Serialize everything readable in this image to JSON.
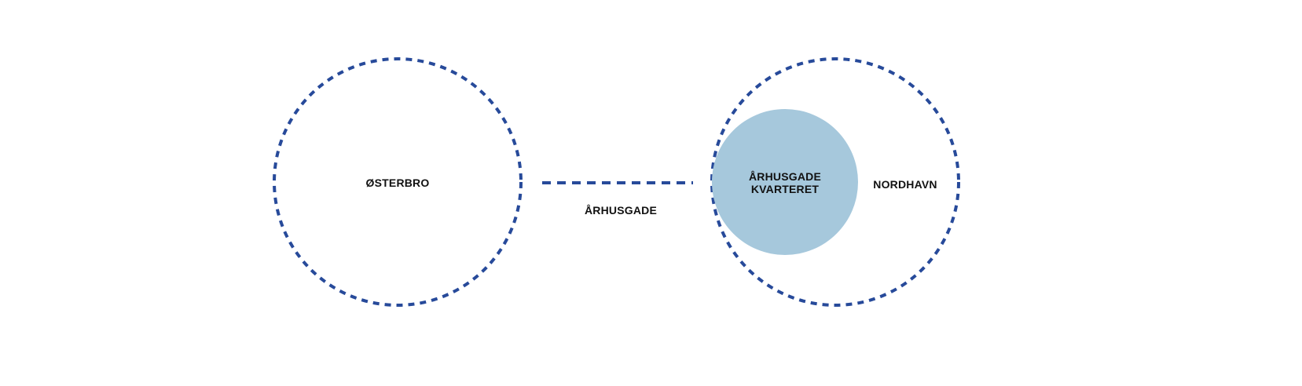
{
  "colors": {
    "dash": "#274a9a",
    "fill": "#a6c8dc",
    "text": "#111111"
  },
  "nodes": {
    "osterbro": "ØSTERBRO",
    "nordhavn": "NORDHAVN",
    "kvarteret_line1": "ÅRHUSGADE",
    "kvarteret_line2": "KVARTERET"
  },
  "link": {
    "label": "ÅRHUSGADE"
  }
}
